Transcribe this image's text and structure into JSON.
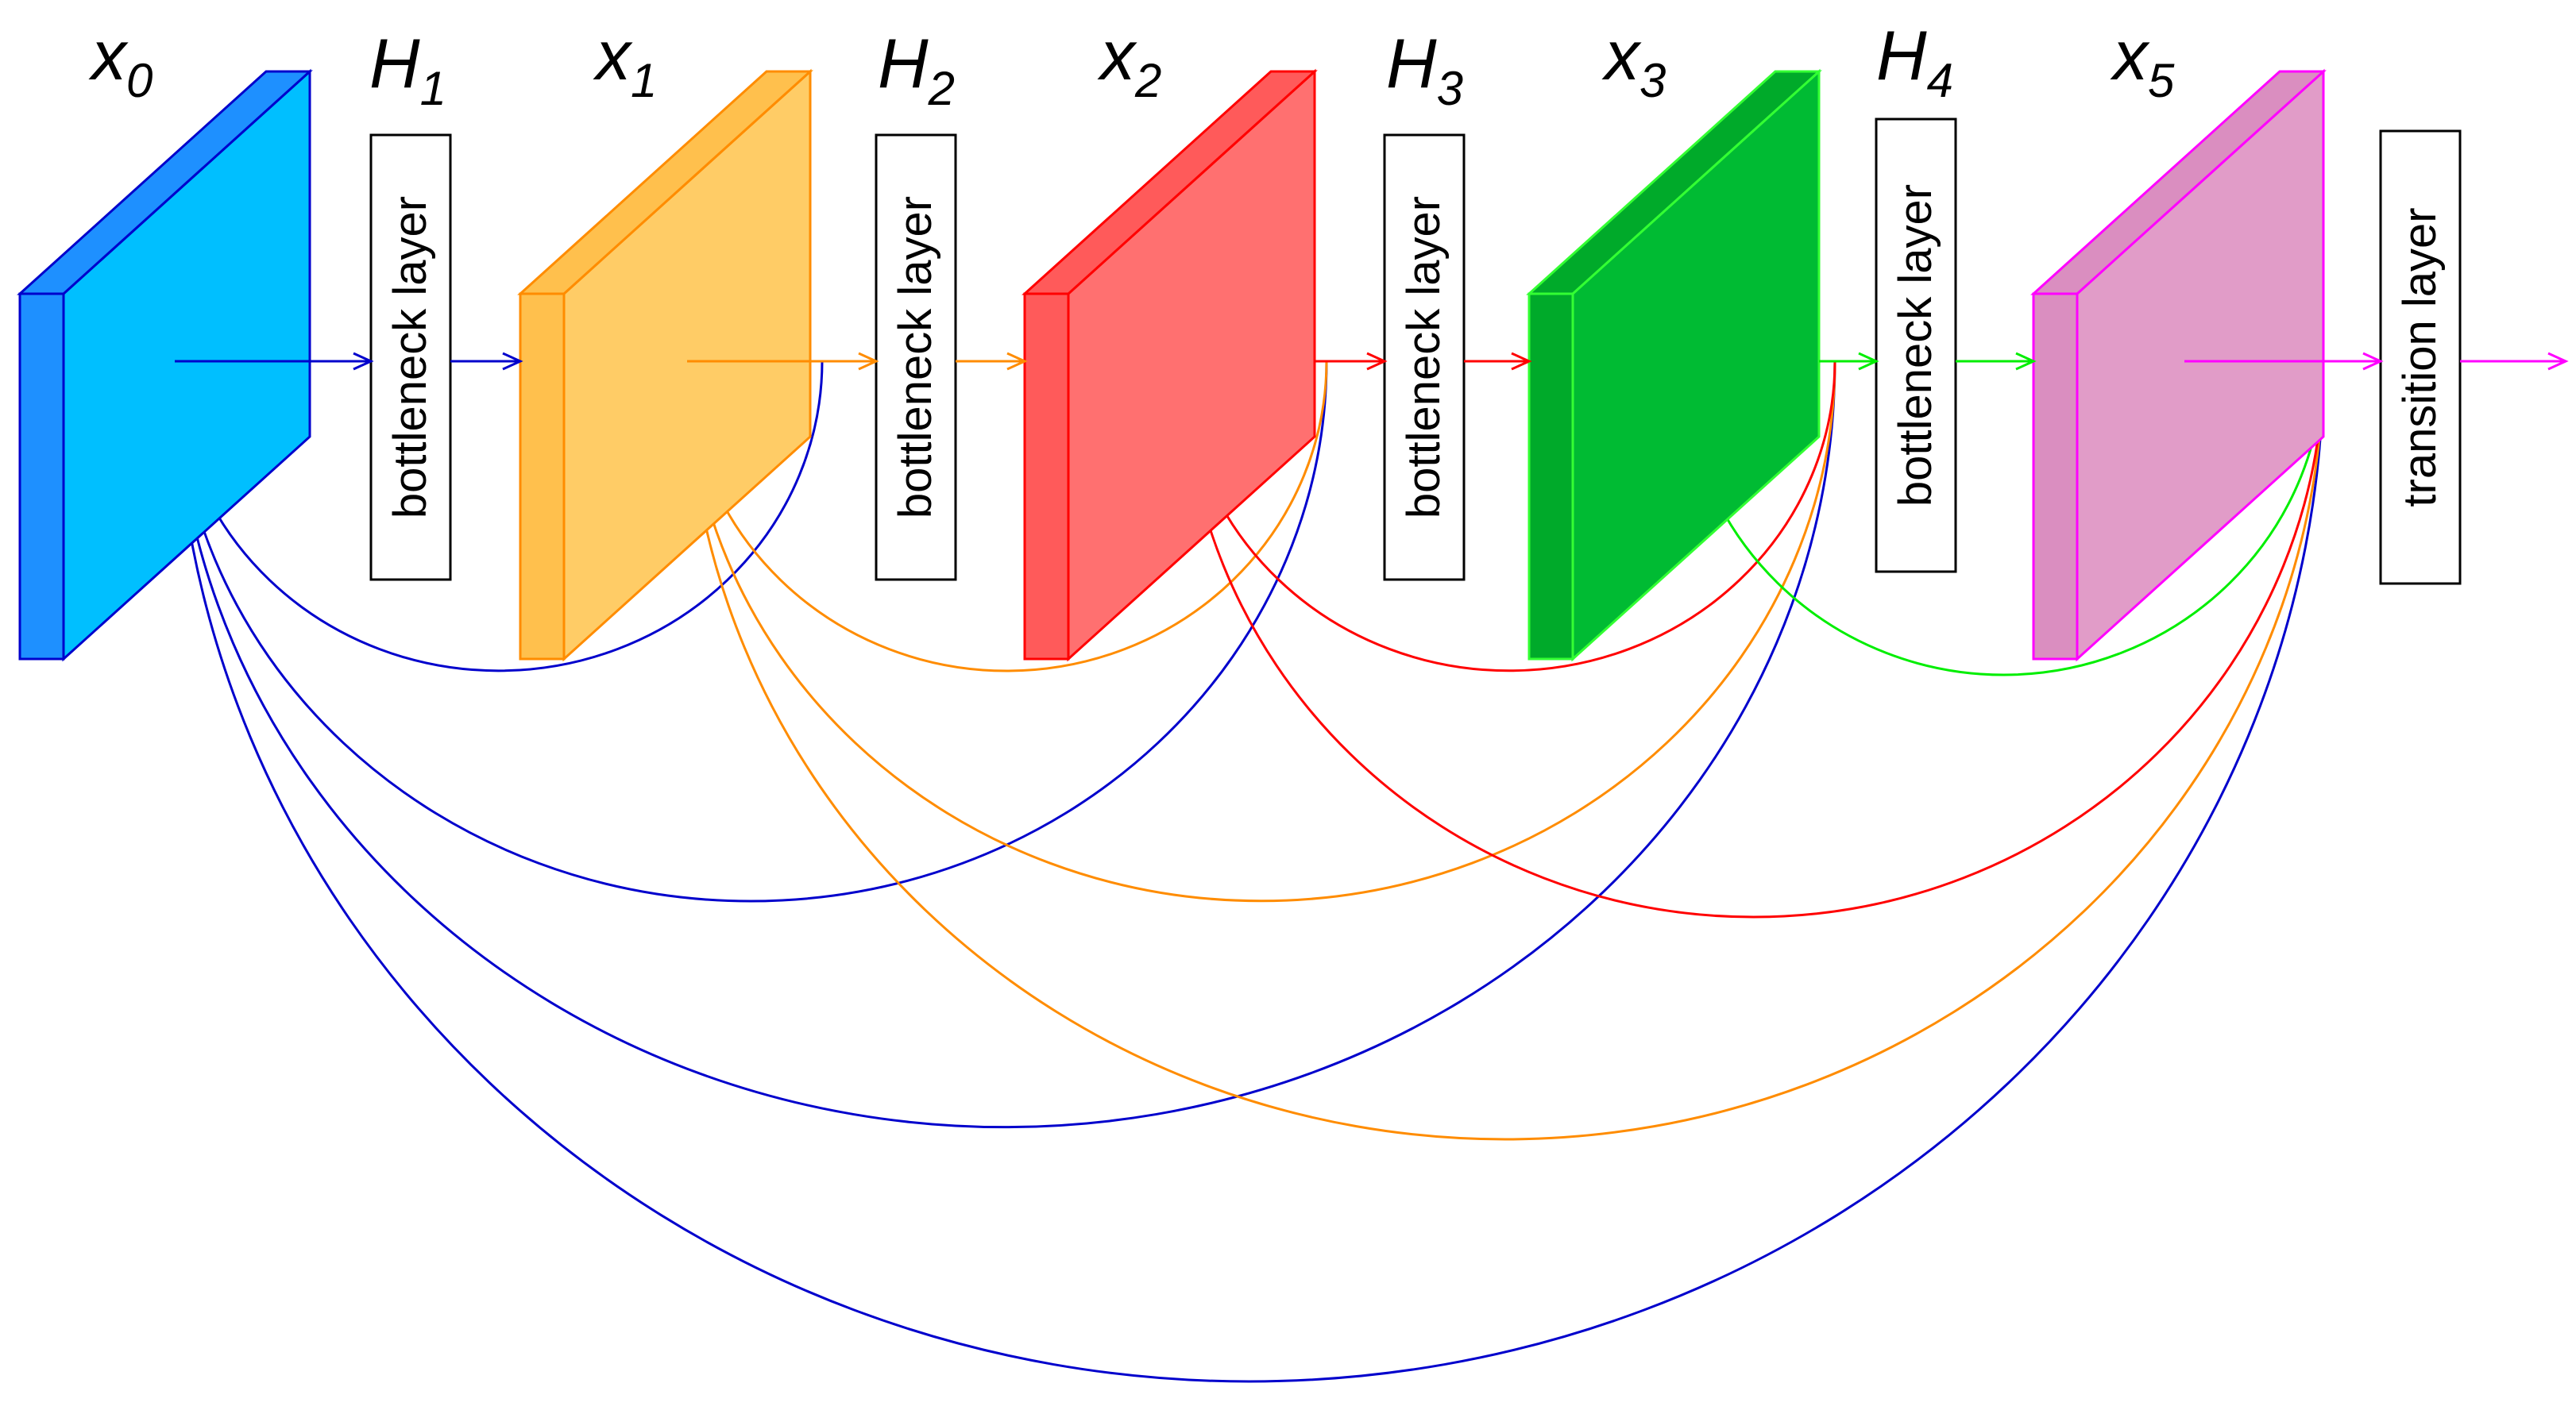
{
  "feature_maps": [
    {
      "id": "x0",
      "base": "x",
      "sub": "0",
      "face": "#00bfff",
      "side": "#1e90ff",
      "edge": "#0000cc"
    },
    {
      "id": "x1",
      "base": "x",
      "sub": "1",
      "face": "#ffcc66",
      "side": "#ffc04d",
      "edge": "#ff8c00"
    },
    {
      "id": "x2",
      "base": "x",
      "sub": "2",
      "face": "#ff7070",
      "side": "#ff5a5a",
      "edge": "#ff0000"
    },
    {
      "id": "x3",
      "base": "x",
      "sub": "3",
      "face": "#00bb33",
      "side": "#00aa2a",
      "edge": "#33ff33"
    },
    {
      "id": "x5",
      "base": "x",
      "sub": "5",
      "face": "#e19cc8",
      "side": "#da8ec0",
      "edge": "#ff00ff"
    }
  ],
  "layers": [
    {
      "id": "H1",
      "base": "H",
      "sub": "1",
      "text": "bottleneck layer"
    },
    {
      "id": "H2",
      "base": "H",
      "sub": "2",
      "text": "bottleneck layer"
    },
    {
      "id": "H3",
      "base": "H",
      "sub": "3",
      "text": "bottleneck layer"
    },
    {
      "id": "H4",
      "base": "H",
      "sub": "4",
      "text": "bottleneck layer"
    },
    {
      "id": "T",
      "base": "",
      "sub": "",
      "text": "transition layer"
    }
  ],
  "connection_colors": {
    "x0": "#0000cc",
    "x1": "#ff8c00",
    "x2": "#ff0000",
    "x3": "#00ee00",
    "x5": "#ff00ff"
  }
}
